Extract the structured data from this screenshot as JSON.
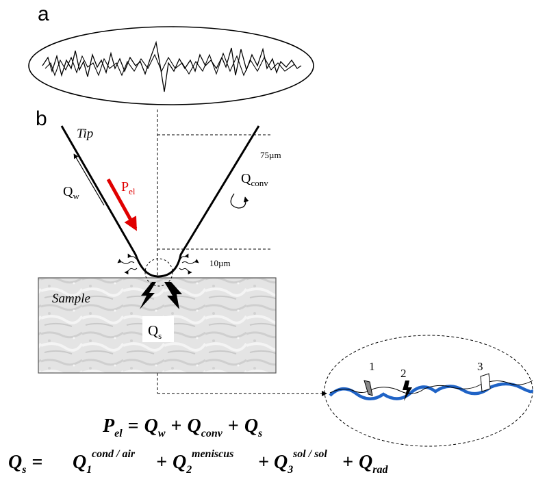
{
  "panels": {
    "a": "a",
    "b": "b"
  },
  "labels": {
    "tip": "Tip",
    "sample": "Sample",
    "qw": {
      "main": "Q",
      "sub": "w"
    },
    "pel": {
      "main": "P",
      "sub": "el"
    },
    "qconv": {
      "main": "Q",
      "sub": "conv"
    },
    "qs": {
      "main": "Q",
      "sub": "s"
    },
    "dim_75": "75µm",
    "dim_10": "10µm"
  },
  "zoom_markers": [
    "1",
    "2",
    "3"
  ],
  "equations": {
    "eq1": {
      "lhs": "P",
      "lhs_sub": "el",
      "eq": "=",
      "t1": "Q",
      "t1_sub": "w",
      "plus": "+",
      "t2": "Q",
      "t2_sub": "conv",
      "t3": "Q",
      "t3_sub": "s"
    },
    "eq2": {
      "lhs": "Q",
      "lhs_sub": "s",
      "eq": "=",
      "t1": "Q",
      "t1_sub": "1",
      "t1_sup": "cond / air",
      "plus": "+",
      "t2": "Q",
      "t2_sub": "2",
      "t2_sup": "meniscus",
      "t3": "Q",
      "t3_sub": "3",
      "t3_sup": "sol / sol",
      "t4": "Q",
      "t4_sub": "rad"
    }
  },
  "colors": {
    "pel_arrow": "#e00000",
    "zoom_surface": "#1f63c6",
    "sample_fill": "#e3e3e3"
  }
}
